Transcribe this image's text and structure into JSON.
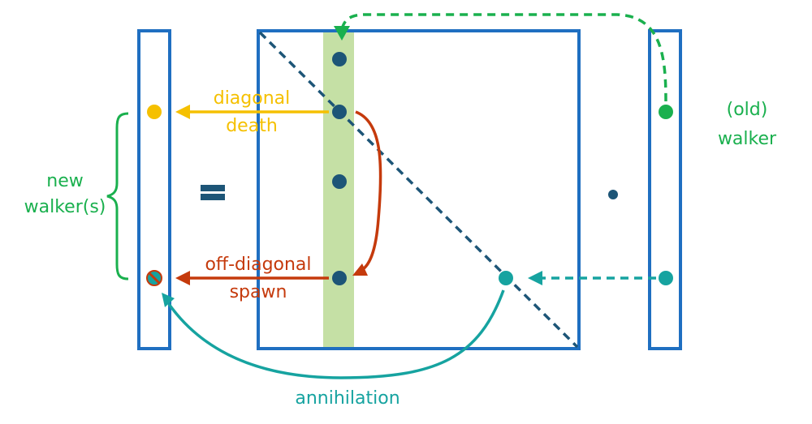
{
  "labels": {
    "diagonal_death_1": "diagonal",
    "diagonal_death_2": "death",
    "off_diagonal_spawn_1": "off-diagonal",
    "off_diagonal_spawn_2": "spawn",
    "old_walker_1": "(old)",
    "old_walker_2": "walker",
    "new_walkers_1": "new",
    "new_walkers_2": "walker(s)",
    "annihilation": "annihilation"
  },
  "colors": {
    "box_blue": "#1f6fc1",
    "dark_blue": "#1d5577",
    "highlight_green": "#c5e0a5",
    "yellow": "#f5c000",
    "orange_red": "#c53a0c",
    "green": "#1ab04e",
    "teal": "#16a3a0"
  }
}
